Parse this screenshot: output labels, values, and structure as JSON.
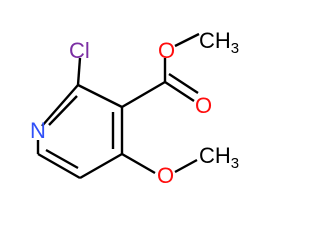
{
  "molecule": {
    "atoms": {
      "methyl_ester": {
        "text": "CH",
        "subscript": "3",
        "color": "#000000"
      },
      "ester_oxygen": {
        "text": "O",
        "color": "#ff0d0d"
      },
      "carbonyl_oxygen": {
        "text": "O",
        "color": "#ff0d0d"
      },
      "chlorine": {
        "text": "Cl",
        "color": "#7b2fa3"
      },
      "nitrogen": {
        "text": "N",
        "color": "#3050f8"
      },
      "methoxy_oxygen": {
        "text": "O",
        "color": "#ff0d0d"
      },
      "methyl_methoxy": {
        "text": "CH",
        "subscript": "3",
        "color": "#000000"
      }
    },
    "colors": {
      "bond": "#000000",
      "oxygen": "#ff0d0d",
      "nitrogen": "#3050f8",
      "chlorine": "#7b2fa3",
      "carbon": "#000000"
    }
  }
}
